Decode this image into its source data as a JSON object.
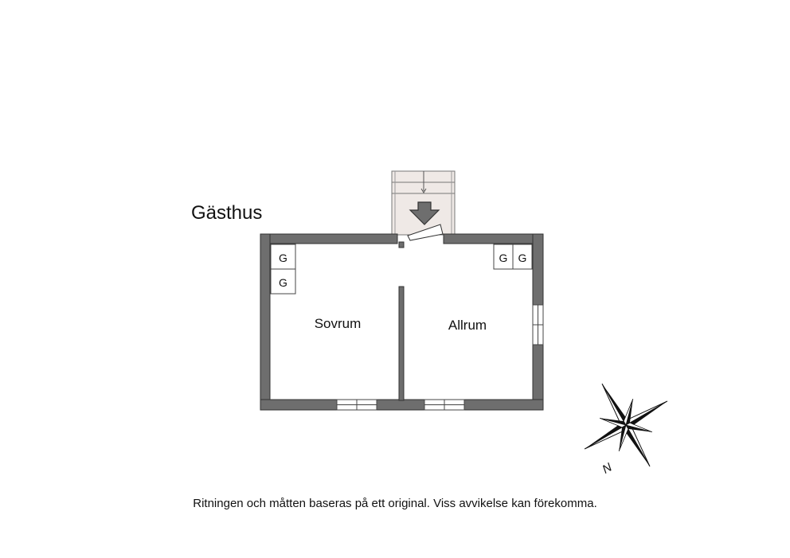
{
  "plan": {
    "title": "Gästhus",
    "rooms": [
      {
        "label": "Sovrum"
      },
      {
        "label": "Allrum"
      }
    ],
    "wardrobe_label": "G",
    "compass_label": "N",
    "disclaimer": "Ritningen och måtten baseras på ett original. Viss avvikelse kan förekomma."
  },
  "colors": {
    "wall": "#6e6e6e",
    "stair_fill": "#efe9e6",
    "line": "#555555"
  }
}
